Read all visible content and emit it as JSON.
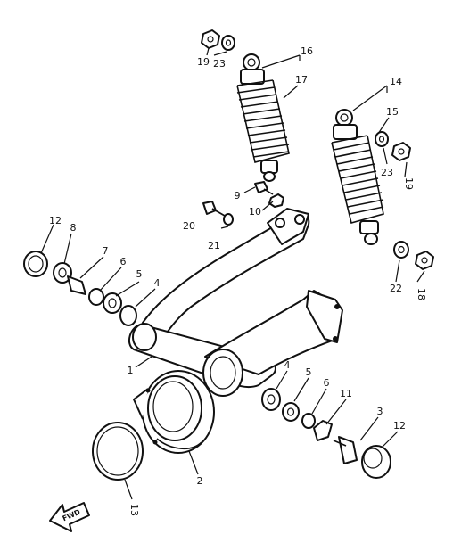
{
  "callouts": {
    "c1": "1",
    "c2": "2",
    "c3": "3",
    "c4a": "4",
    "c4b": "4",
    "c5a": "5",
    "c5b": "5",
    "c6a": "6",
    "c6b": "6",
    "c7": "7",
    "c8": "8",
    "c9": "9",
    "c10": "10",
    "c11": "11",
    "c12a": "12",
    "c12b": "12",
    "c13": "13",
    "c14": "14",
    "c15": "15",
    "c16": "16",
    "c17": "17",
    "c18": "18",
    "c19a": "19",
    "c19b": "19",
    "c20": "20",
    "c21": "21",
    "c22": "22",
    "c23a": "23",
    "c23b": "23"
  },
  "fwd_label": "FWD",
  "colors": {
    "ink": "#111111",
    "paper": "#ffffff"
  }
}
